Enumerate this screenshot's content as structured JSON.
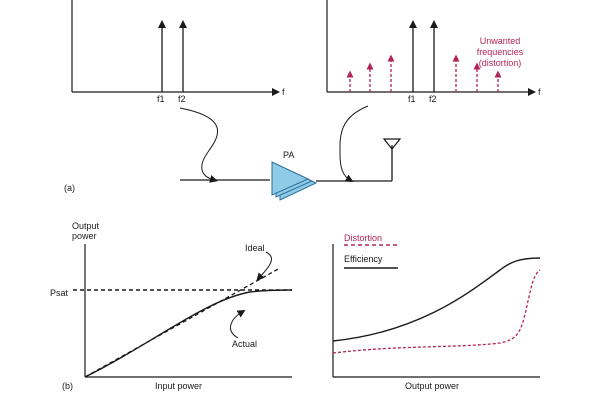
{
  "panel_a": {
    "label": "(a)",
    "spectrum_left": {
      "axis_label": "f",
      "tone1": "f1",
      "tone2": "f2"
    },
    "spectrum_right": {
      "axis_label": "f",
      "tone1": "f1",
      "tone2": "f2",
      "unwanted_line1": "Unwanted",
      "unwanted_line2": "frequencies",
      "unwanted_line3": "(distortion)"
    },
    "amplifier_label": "PA"
  },
  "panel_b": {
    "label": "(b)",
    "left_plot": {
      "ylabel_line1": "Output",
      "ylabel_line2": "power",
      "xlabel": "Input power",
      "psat_label": "Psat",
      "ideal_label": "Ideal",
      "actual_label": "Actual"
    },
    "right_plot": {
      "xlabel": "Output power",
      "legend_distortion": "Distortion",
      "legend_efficiency": "Efficiency"
    }
  },
  "colors": {
    "ink": "#1a1a1a",
    "distortion": "#b3245a",
    "amplifier_fill": "#8fcbe6",
    "amplifier_stroke": "#2b6f99"
  }
}
